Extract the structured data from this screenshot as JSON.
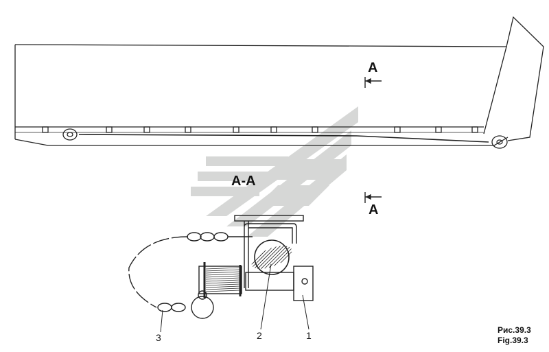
{
  "drawing": {
    "section_marker_top": "A",
    "section_marker_bottom": "A",
    "section_title": "A-A",
    "callouts": [
      "3",
      "2",
      "1"
    ],
    "caption_ru": "Рис.39.3",
    "caption_en": "Fig.39.3"
  },
  "watermark": {
    "icon": "kamaz-logo-watermark",
    "color": "#b5b8b5"
  }
}
